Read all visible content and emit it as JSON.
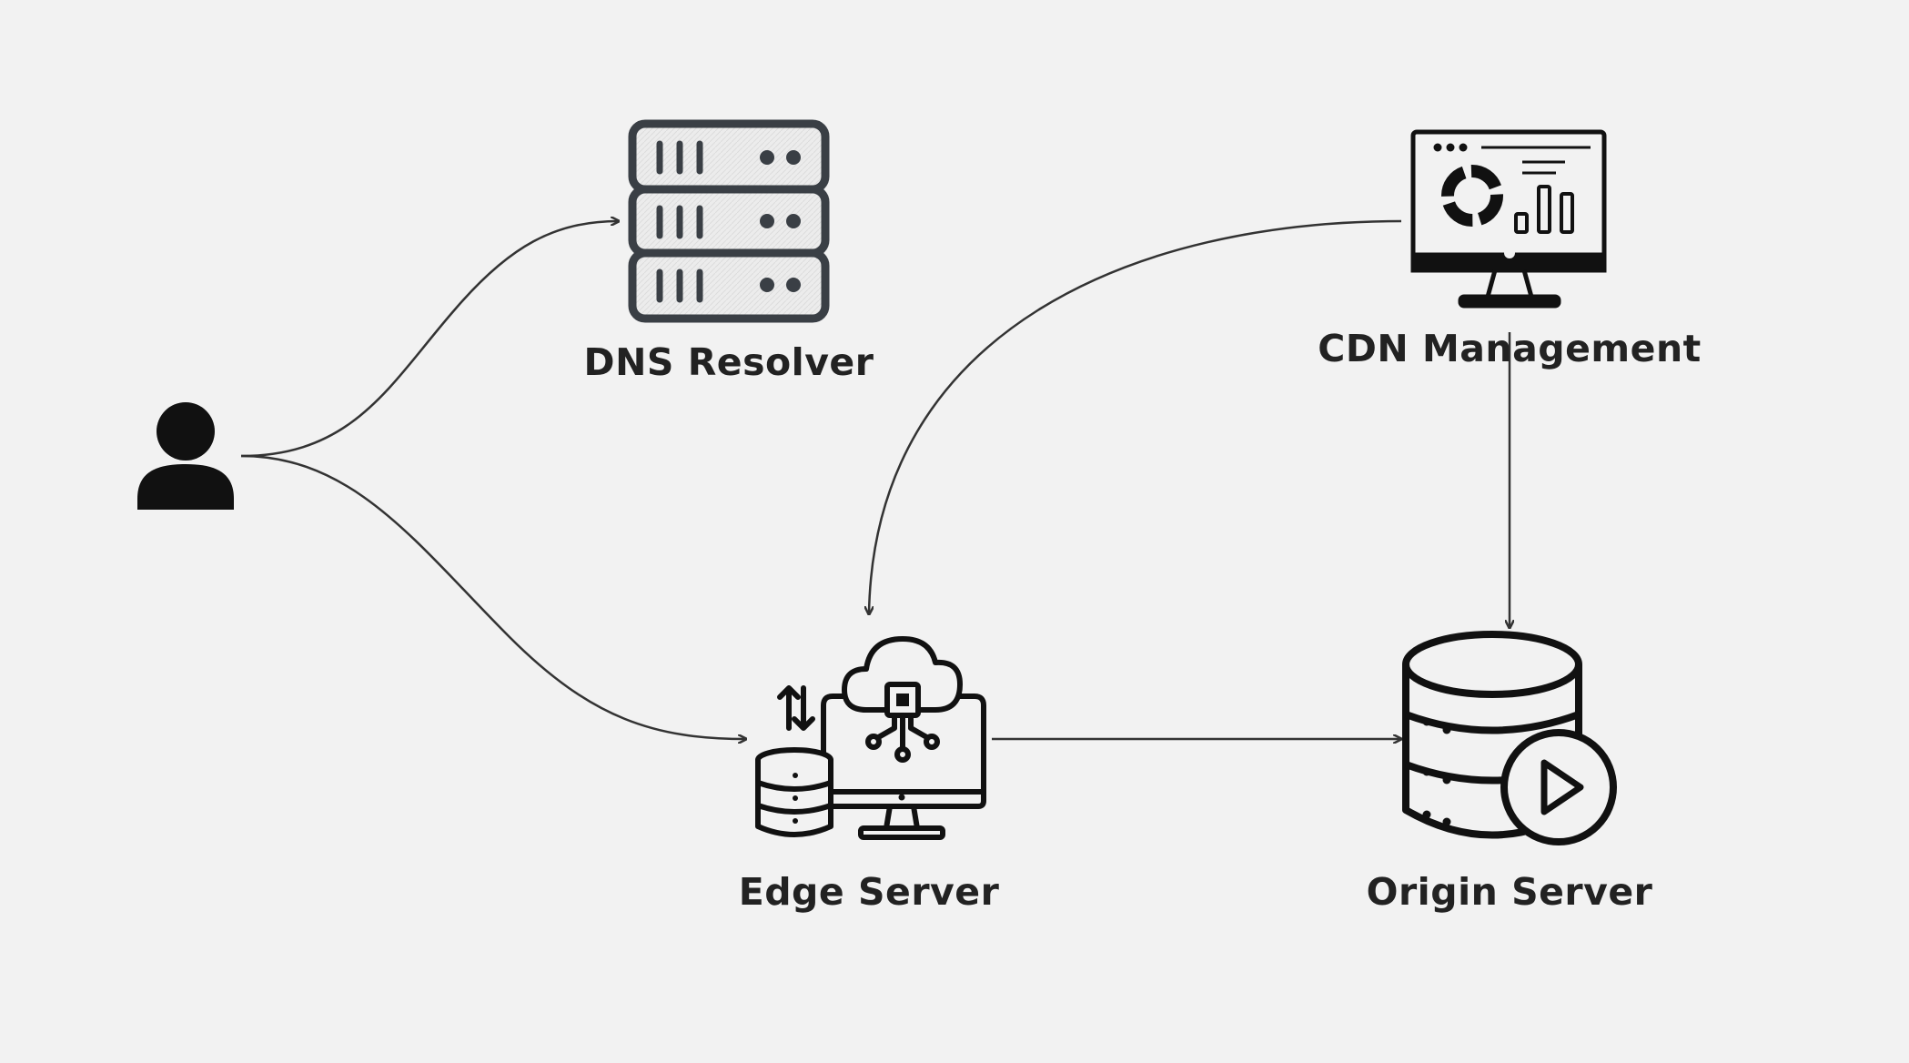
{
  "diagram": {
    "nodes": [
      {
        "id": "user",
        "label": "",
        "icon": "user-icon"
      },
      {
        "id": "dns",
        "label": "DNS Resolver",
        "icon": "server-rack-icon"
      },
      {
        "id": "cdn",
        "label": "CDN Management",
        "icon": "monitor-dashboard-icon"
      },
      {
        "id": "edge",
        "label": "Edge Server",
        "icon": "cloud-monitor-database-icon"
      },
      {
        "id": "origin",
        "label": "Origin Server",
        "icon": "database-play-icon"
      }
    ],
    "edges": [
      {
        "from": "user",
        "to": "dns"
      },
      {
        "from": "user",
        "to": "edge"
      },
      {
        "from": "cdn",
        "to": "edge"
      },
      {
        "from": "cdn",
        "to": "origin"
      },
      {
        "from": "edge",
        "to": "origin"
      }
    ]
  },
  "colors": {
    "background": "#f2f2f2",
    "icon": "#111111",
    "dns_icon": "#3a3f45",
    "edge_line": "#333333",
    "label": "#222222"
  }
}
